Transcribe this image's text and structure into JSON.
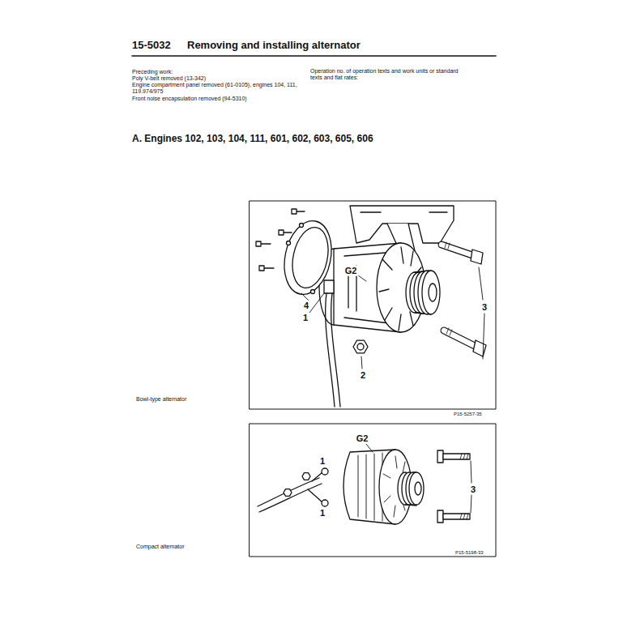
{
  "diagram": {
    "title": "Removing and installing alternator",
    "labels": [
      "15-5032",
      "Preceding work:",
      "Poly V-belt removed (13-342)",
      "Engine compartment panel removed (61-0105), engines 104, 111, 119.974/975",
      "Front noise encapsulation removed (94-5310)",
      "Operation no. of operation texts and work units or standard texts and flat rates:",
      "A. Engines 102, 103, 104, 111, 601, 602, 603, 605, 606",
      "G2",
      "4",
      "1",
      "2",
      "3",
      "Bowl-type alternator",
      "P15-5257-35",
      "G2",
      "1",
      "1",
      "3",
      "Compact alternator",
      "P15-5198-33"
    ]
  }
}
